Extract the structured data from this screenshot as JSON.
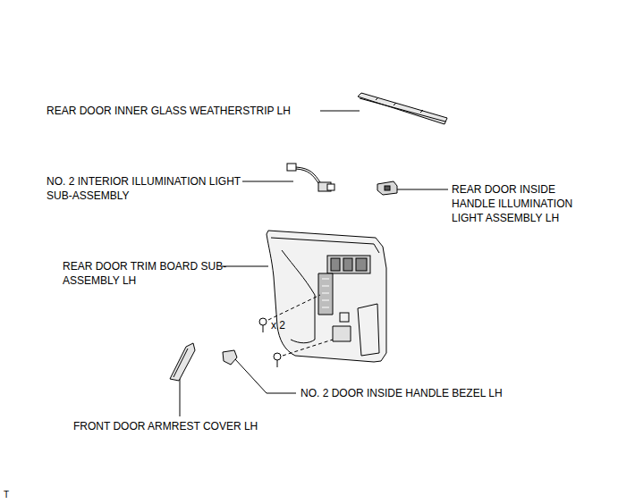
{
  "diagram": {
    "labels": [
      "REAR DOOR INNER GLASS WEATHERSTRIP LH",
      "NO. 2 INTERIOR ILLUMINATION LIGHT SUB-ASSEMBLY",
      "REAR DOOR INSIDE HANDLE ILLUMINATION LIGHT ASSEMBLY LH",
      "REAR DOOR TRIM BOARD SUB-ASSEMBLY LH",
      "x 2",
      "NO. 2 DOOR INSIDE HANDLE BEZEL LH",
      "FRONT DOOR ARMREST COVER LH",
      "T"
    ]
  }
}
